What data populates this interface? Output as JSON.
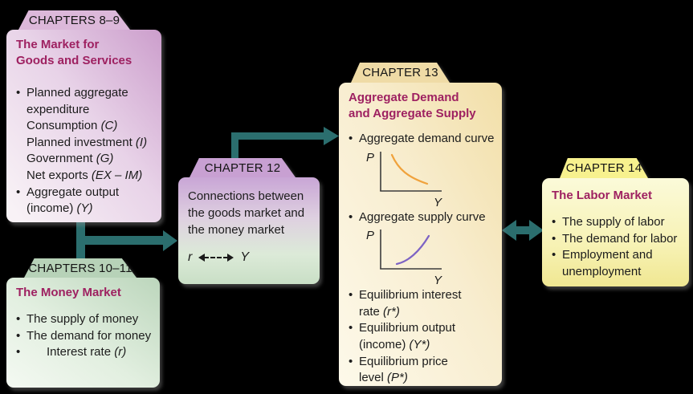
{
  "glyphs": {
    "bullet": "•"
  },
  "colors": {
    "background": "#000000",
    "arrow_teal": "#2b6e6e",
    "heading_maroon": "#9e2161",
    "body_text": "#1c1c1c",
    "axis": "#3c3c3c"
  },
  "folders": {
    "goods": {
      "tab": "CHAPTERS 8–9",
      "title": "The Market for\nGoods and Services",
      "lines": [
        {
          "b": 1,
          "seg": [
            [
              "Planned aggregate",
              0
            ]
          ]
        },
        {
          "seg": [
            [
              "expenditure",
              0
            ]
          ]
        },
        {
          "seg": [
            [
              "Consumption ",
              0
            ],
            [
              "(C)",
              1
            ]
          ]
        },
        {
          "seg": [
            [
              "Planned investment ",
              0
            ],
            [
              "(I)",
              1
            ]
          ]
        },
        {
          "seg": [
            [
              "Government ",
              0
            ],
            [
              "(G)",
              1
            ]
          ]
        },
        {
          "seg": [
            [
              "Net exports ",
              0
            ],
            [
              "(EX – IM)",
              1
            ]
          ]
        },
        {
          "b": 1,
          "seg": [
            [
              "Aggregate output",
              0
            ]
          ]
        },
        {
          "seg": [
            [
              "(income) ",
              0
            ],
            [
              "(Y)",
              1
            ]
          ]
        }
      ]
    },
    "money": {
      "tab": "CHAPTERS 10–11",
      "title": "The Money Market",
      "lines": [
        {
          "b": 1,
          "seg": [
            [
              "The supply of money",
              0
            ]
          ]
        },
        {
          "b": 1,
          "seg": [
            [
              "The demand for money",
              0
            ]
          ]
        },
        {
          "b": 1,
          "ind": 25,
          "seg": [
            [
              "Interest rate ",
              0
            ],
            [
              "(r)",
              1
            ]
          ]
        }
      ]
    },
    "connections": {
      "tab": "CHAPTER 12",
      "text": "Connections between\nthe goods market and\nthe money market",
      "relation": {
        "left": "r",
        "right": "Y"
      }
    },
    "adas": {
      "tab": "CHAPTER 13",
      "title": "Aggregate Demand\nand Aggregate Supply",
      "demand_line": [
        {
          "b": 1,
          "seg": [
            [
              "Aggregate demand curve",
              0
            ]
          ]
        }
      ],
      "supply_line": [
        {
          "b": 1,
          "seg": [
            [
              "Aggregate supply curve",
              0
            ]
          ]
        }
      ],
      "equilibrium_lines": [
        {
          "b": 1,
          "seg": [
            [
              "Equilibrium interest",
              0
            ]
          ]
        },
        {
          "seg": [
            [
              "rate ",
              0
            ],
            [
              "(r*)",
              1
            ]
          ]
        },
        {
          "b": 1,
          "seg": [
            [
              "Equilibrium output",
              0
            ]
          ]
        },
        {
          "seg": [
            [
              "(income) ",
              0
            ],
            [
              "(Y*)",
              1
            ]
          ]
        },
        {
          "b": 1,
          "seg": [
            [
              "Equilibrium price",
              0
            ]
          ]
        },
        {
          "seg": [
            [
              "level ",
              0
            ],
            [
              "(P*)",
              1
            ]
          ]
        }
      ],
      "charts": {
        "demand": {
          "type": "line",
          "ylabel": "P",
          "xlabel": "Y",
          "color": "#f0a23c",
          "trend": "downward-sloping convex"
        },
        "supply": {
          "type": "line",
          "ylabel": "P",
          "xlabel": "Y",
          "color": "#7d63c4",
          "trend": "upward-sloping convex"
        }
      }
    },
    "labor": {
      "tab": "CHAPTER 14",
      "title": "The Labor Market",
      "lines": [
        {
          "b": 1,
          "seg": [
            [
              "The supply of labor",
              0
            ]
          ]
        },
        {
          "b": 1,
          "seg": [
            [
              "The demand for labor",
              0
            ]
          ]
        },
        {
          "b": 1,
          "seg": [
            [
              "Employment and",
              0
            ]
          ]
        },
        {
          "seg": [
            [
              "unemployment",
              0
            ]
          ]
        }
      ]
    }
  }
}
